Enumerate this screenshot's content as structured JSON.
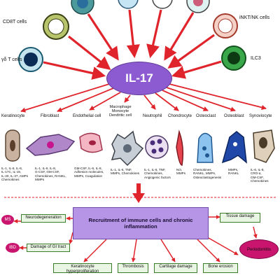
{
  "center": {
    "label": "IL-17"
  },
  "sources": {
    "cd8": "CD8T cells",
    "gdt": "γδ T cells",
    "inkt": "iNKT/NK cells",
    "ilc3": "ILC3"
  },
  "targets": [
    {
      "name": "Keratinocyte",
      "products": "IL-1, IL-6, IL-8,\nIL-17C, IL-19,\nIL-20, IL-37, AMPs\nChemokines"
    },
    {
      "name": "Fibroblast",
      "products": "IL-1, IL-6, IL-8,\nG-CSF, GM-CSF,\nChemokines, RANKL,\nMMPs"
    },
    {
      "name": "Endothelial cell",
      "products": "GM-CSF, IL-6, IL-8,\nAdhesion molecules,\nMMPs, Coagulation"
    },
    {
      "name": "Macrophage\nMonocyte\nDendritic cell",
      "products": "IL-1, IL-6, TNF,\nMMPs, Chemokines"
    },
    {
      "name": "Neutrophil",
      "products": "IL-1, IL-6, TNF,\nChemokines,\nAngiogenic factors"
    },
    {
      "name": "Chondrocyte",
      "products": "NO,\nMMPs"
    },
    {
      "name": "Osteoclast",
      "products": "Chemokines,\nRANKL, MMPs,\nOsteoclastogenesis"
    },
    {
      "name": "Osteoblast",
      "products": "MMPs,\nRANKL"
    },
    {
      "name": "Synoviocyte",
      "products": "IL-6, IL-8,\nCRO-α,\nGM-CSF,\nChemokines"
    }
  ],
  "main": {
    "label": "Recruitment of immune cells and chronic inflammation"
  },
  "outcomes": {
    "neurodegeneration": "Neurodegeneration",
    "gi_damage": "Damage of GI tract",
    "tissue_damage": "Tissue damage",
    "keratinocyte": "Keratinocyte hyperproliferation",
    "thrombosis": "Thrombosis",
    "cartilage": "Cartilage damage",
    "bone": "Bone erosion"
  },
  "diseases": {
    "ms": "MS",
    "ibd": "IBD",
    "periodontitis": "Periodontitis"
  },
  "colors": {
    "arrow": "#e0242b",
    "center": "#8d5bd1",
    "main_box": "#b694e6",
    "outcome_box": "#eaf6e4",
    "disease": "#c9156e"
  }
}
